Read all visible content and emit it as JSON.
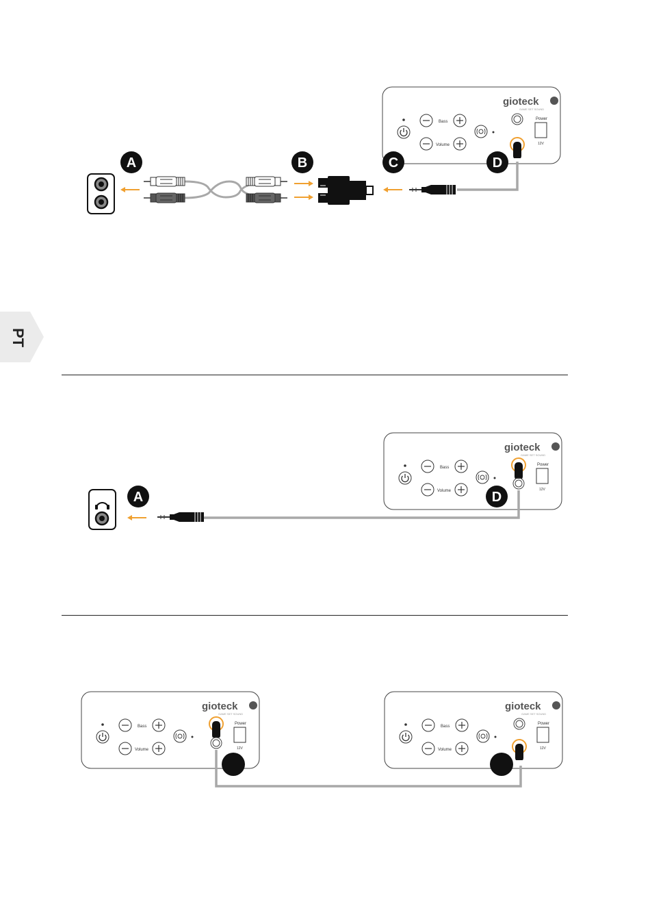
{
  "language_tab": {
    "text": "PT"
  },
  "labels": {
    "a": "A",
    "b": "B",
    "c": "C",
    "d": "D"
  },
  "panel": {
    "brand": "gioteck",
    "tagline": "GAME SET SOUND",
    "bass_label": "Bass",
    "volume_label": "Volume",
    "power_label": "Power",
    "voltage_label": "12V"
  },
  "colors": {
    "accent": "#f0a030",
    "cable": "#a8a8a8",
    "dark": "#111111",
    "outline": "#333333",
    "tab_bg": "#ebebeb"
  }
}
